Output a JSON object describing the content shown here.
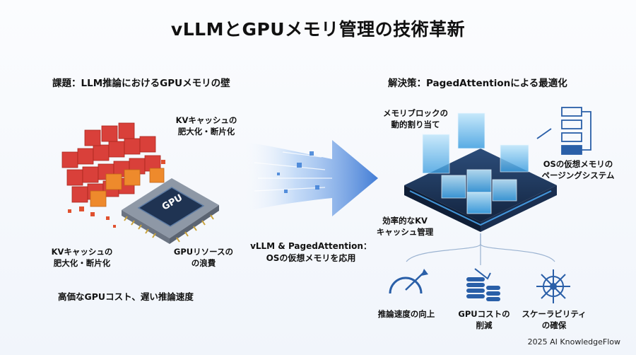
{
  "title": "vLLMとGPUメモリ管理の技術革新",
  "left": {
    "heading": "課題：LLM推論におけるGPUメモリの壁",
    "kv_label_top": [
      "KVキャッシュの",
      "肥大化・断片化"
    ],
    "kv_label_bottom": [
      "KVキャッシュの",
      "肥大化・断片化"
    ],
    "gpu_waste": [
      "GPUリソースの",
      "の浪費"
    ],
    "chip_text": "GPU",
    "bottom_text": "高価なGPUコスト、遅い推論速度"
  },
  "middle": {
    "caption": [
      "vLLM & PagedAttention：",
      "OSの仮想メモリを応用"
    ]
  },
  "right": {
    "heading": "解決策：PagedAttentionによる最適化",
    "block_label": [
      "メモリブロックの",
      "動的割り当て"
    ],
    "os_label": [
      "OSの仮想メモリの",
      "ページングシステム"
    ],
    "kv_label": [
      "効率的なKV",
      "キャッシュ管理"
    ],
    "benefits": [
      {
        "icon": "speedometer-icon",
        "lines": [
          "推論速度の向上"
        ]
      },
      {
        "icon": "coin-stack-icon",
        "lines": [
          "GPUコストの",
          "削減"
        ]
      },
      {
        "icon": "network-scale-icon",
        "lines": [
          "スケーラビリティ",
          "の確保"
        ]
      }
    ]
  },
  "footer": "2025 AI KnowledgeFlow",
  "colors": {
    "cube_red": "#d9403a",
    "cube_orange": "#ee8a2c",
    "chip_dark": "#1f3352",
    "arrow_blue": "#2f6fd1",
    "icon_blue": "#2a5fa8",
    "cube_cyan": "#58b7ea"
  }
}
